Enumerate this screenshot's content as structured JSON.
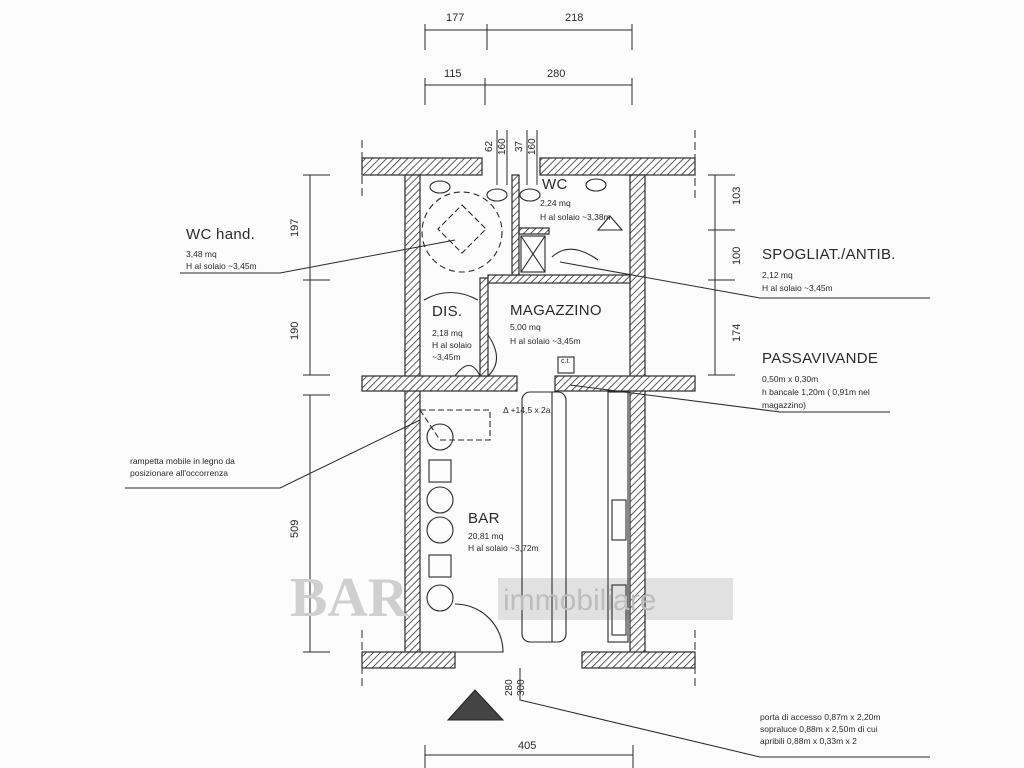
{
  "dimensions": {
    "top_row1": [
      "177",
      "218"
    ],
    "top_row2": [
      "115",
      "280"
    ],
    "top_openings": [
      "62",
      "160",
      "37",
      "160"
    ],
    "left": [
      "197",
      "190",
      "509"
    ],
    "right": [
      "103",
      "100",
      "174"
    ],
    "bottom_door": [
      "280",
      "300"
    ],
    "bottom_total": "405"
  },
  "rooms": {
    "wc_hand": {
      "name": "WC hand.",
      "area": "3,48 mq",
      "height": "H al solaio ~3,45m"
    },
    "wc": {
      "name": "WC",
      "area": "2,24 mq",
      "height": "H al solaio ~3,38m"
    },
    "spogliatoio": {
      "name": "SPOGLIAT./ANTIB.",
      "area": "2,12 mq",
      "height": "H al solaio ~3,45m"
    },
    "dis": {
      "name": "DIS.",
      "area": "2,18 mq",
      "height1": "H al solaio",
      "height2": "~3,45m"
    },
    "magazzino": {
      "name": "MAGAZZINO",
      "area": "5,00 mq",
      "height": "H al solaio ~3,45m"
    },
    "bar": {
      "name": "BAR",
      "area": "20,81 mq",
      "height": "H al solaio ~3,72m"
    }
  },
  "notes": {
    "passavivande": {
      "title": "PASSAVIVANDE",
      "line1": "0,50m x 0,30m",
      "line2": "h bancale 1,20m ( 0,91m  nel",
      "line3": "magazzino)"
    },
    "ramp": {
      "line1": "rampetta mobile in legno da",
      "line2": "posizionare all'occorrenza"
    },
    "step": "Δ +14,5 x 2a",
    "door": {
      "line1": "porta di  accesso 0,87m x 2,20m",
      "line2": "sopraluce 0,88m x 2,50m di cui",
      "line3": "apribili 0,88m x 0,33m x 2"
    },
    "cabinet": "c.t."
  },
  "watermark": {
    "brand": "BAR",
    "sub": "immobiliare"
  },
  "colors": {
    "line": "#2a2a2a",
    "watermark": "#c8c8c8"
  }
}
